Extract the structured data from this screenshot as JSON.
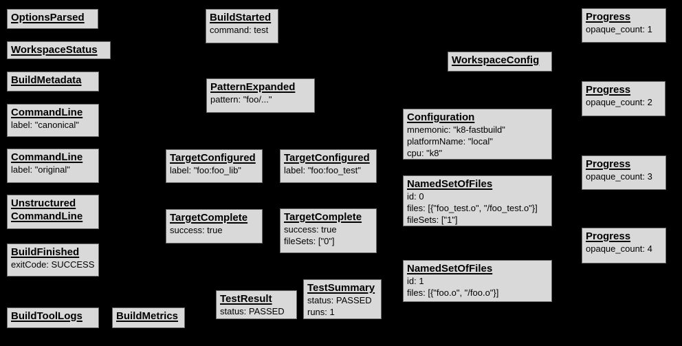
{
  "diagram": {
    "description": "Build event protocol graph of build events",
    "colors": {
      "background": "#000000",
      "box_fill": "#d9d9d9",
      "box_border": "#6b6b6b",
      "text": "#000000"
    },
    "nodes": [
      {
        "title": "OptionsParsed",
        "details": []
      },
      {
        "title": "WorkspaceStatus",
        "details": []
      },
      {
        "title": "BuildMetadata",
        "details": []
      },
      {
        "title": "CommandLine",
        "details": [
          "label: \"canonical\""
        ]
      },
      {
        "title": "CommandLine",
        "details": [
          "label: \"original\""
        ]
      },
      {
        "title": "Unstructured CommandLine",
        "details": []
      },
      {
        "title": "BuildFinished",
        "details": [
          "exitCode: SUCCESS"
        ]
      },
      {
        "title": "BuildToolLogs",
        "details": []
      },
      {
        "title": "BuildMetrics",
        "details": []
      },
      {
        "title": "BuildStarted",
        "details": [
          "command: test"
        ]
      },
      {
        "title": "PatternExpanded",
        "details": [
          "pattern: \"foo/...\""
        ]
      },
      {
        "title": "TargetConfigured",
        "details": [
          "label: \"foo:foo_lib\""
        ]
      },
      {
        "title": "TargetConfigured",
        "details": [
          "label: \"foo:foo_test\""
        ]
      },
      {
        "title": "TargetComplete",
        "details": [
          "success: true"
        ]
      },
      {
        "title": "TargetComplete",
        "details": [
          "success: true",
          "fileSets: [\"0\"]"
        ]
      },
      {
        "title": "TestResult",
        "details": [
          "status: PASSED"
        ]
      },
      {
        "title": "TestSummary",
        "details": [
          "status: PASSED",
          "runs: 1"
        ]
      },
      {
        "title": "WorkspaceConfig",
        "details": []
      },
      {
        "title": "Configuration",
        "details": [
          "mnemonic: \"k8-fastbuild\"",
          "platformName: \"local\"",
          "cpu: \"k8\""
        ]
      },
      {
        "title": "NamedSetOfFiles",
        "details": [
          "id: 0",
          "files: [{\"foo_test.o\", \"/foo_test.o\"}]",
          "fileSets: [\"1\"]"
        ]
      },
      {
        "title": "NamedSetOfFiles",
        "details": [
          "id: 1",
          "files: [{\"foo.o\", \"/foo.o\"}]"
        ]
      },
      {
        "title": "Progress",
        "details": [
          "opaque_count: 1"
        ]
      },
      {
        "title": "Progress",
        "details": [
          "opaque_count: 2"
        ]
      },
      {
        "title": "Progress",
        "details": [
          "opaque_count: 3"
        ]
      },
      {
        "title": "Progress",
        "details": [
          "opaque_count: 4"
        ]
      }
    ]
  }
}
